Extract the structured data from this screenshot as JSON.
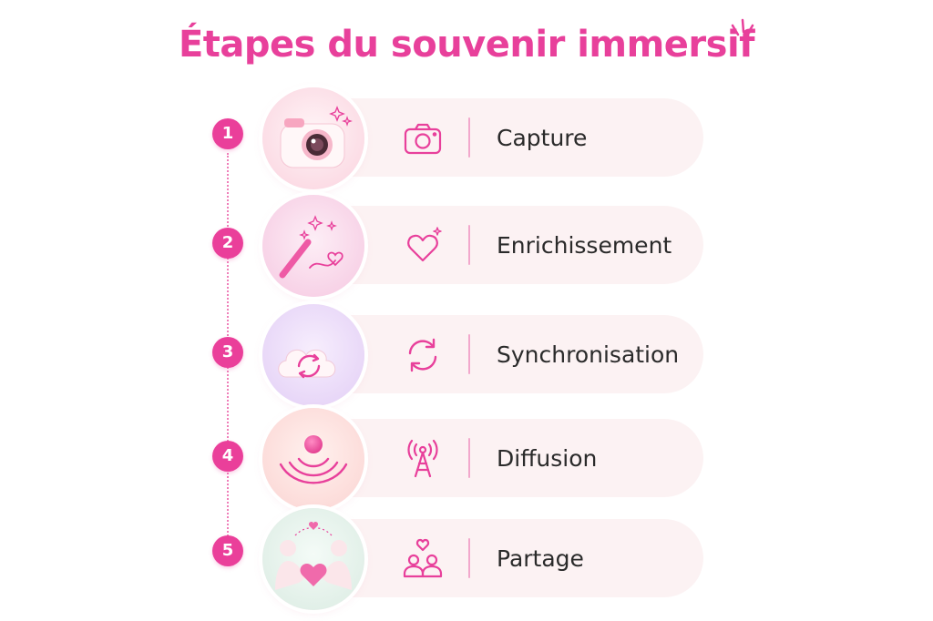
{
  "title": "Étapes du souvenir immersif",
  "colors": {
    "accent": "#e8409b",
    "pill": "#fcf2f3",
    "text": "#2a2a2a"
  },
  "steps": [
    {
      "number": "1",
      "label": "Capture",
      "icon": "camera-icon",
      "illustration": "pink-camera-illustration"
    },
    {
      "number": "2",
      "label": "Enrichissement",
      "icon": "heart-sparkle-icon",
      "illustration": "magic-wand-illustration"
    },
    {
      "number": "3",
      "label": "Synchronisation",
      "icon": "sync-icon",
      "illustration": "cloud-sync-illustration"
    },
    {
      "number": "4",
      "label": "Diffusion",
      "icon": "broadcast-tower-icon",
      "illustration": "signal-waves-illustration"
    },
    {
      "number": "5",
      "label": "Partage",
      "icon": "people-heart-icon",
      "illustration": "hands-heart-illustration"
    }
  ]
}
